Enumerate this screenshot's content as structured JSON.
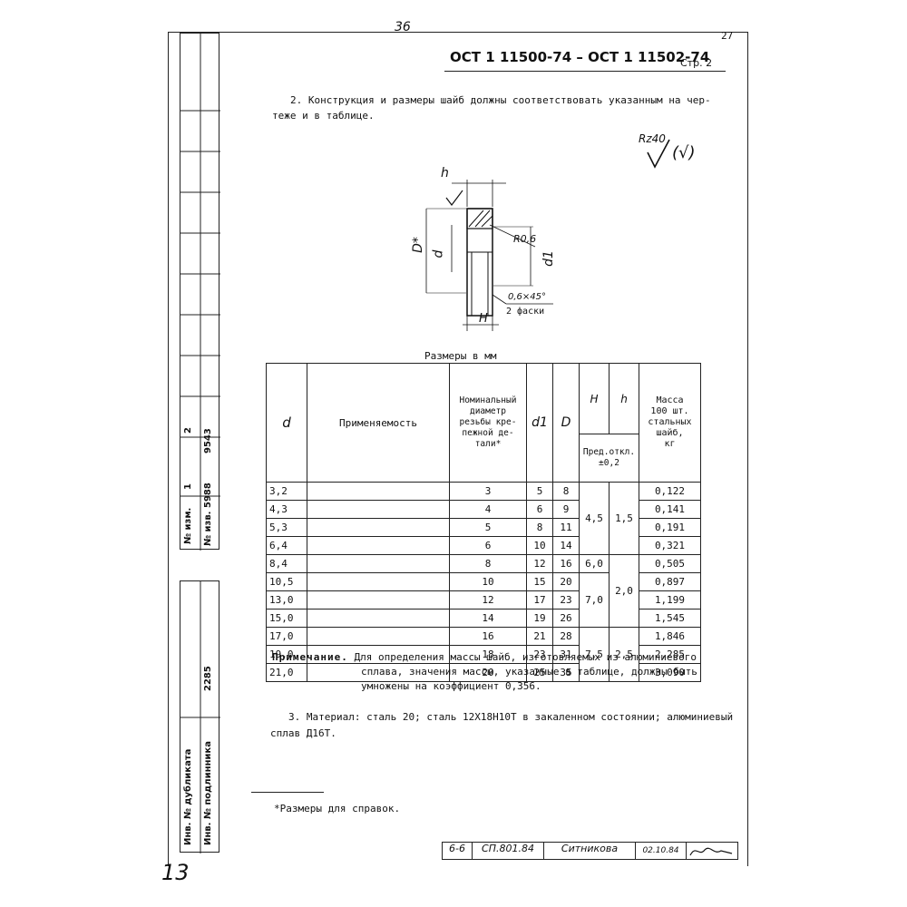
{
  "header": {
    "top_number": "36",
    "page_number": "27",
    "standard": "ОСТ 1 11500-74 – ОСТ 1 11502-74",
    "sheet": "Стр. 2"
  },
  "intro": {
    "line1": "2. Конструкция и размеры шайб должны соответствовать указанным на чер-",
    "line2": "теже и в таблице."
  },
  "drawing": {
    "roughness": "Rz40",
    "roughness_paren": "(√)",
    "label_h": "h",
    "label_D": "D*",
    "label_d": "d",
    "label_d1": "d1",
    "label_R": "R0,6",
    "label_chamfer": "0,6×45°",
    "label_chamfer2": "2 фаски",
    "label_H": "H"
  },
  "table": {
    "caption": "Размеры в мм",
    "headers": {
      "d": "d",
      "application": "Применяемость",
      "nominal_line1": "Номинальный",
      "nominal_line2": "диаметр",
      "nominal_line3": "резьбы кре-",
      "nominal_line4": "пежной де-",
      "nominal_line5": "тали*",
      "d1": "d1",
      "D": "D",
      "H": "H",
      "h": "h",
      "tolerance_line1": "Пред.откл.",
      "tolerance_line2": "±0,2",
      "mass_line1": "Масса",
      "mass_line2": "100 шт.",
      "mass_line3": "стальных",
      "mass_line4": "шайб,",
      "mass_line5": "кг"
    },
    "rows": [
      {
        "d": "3,2",
        "nom": "3",
        "d1": "5",
        "D": "8",
        "mass": "0,122"
      },
      {
        "d": "4,3",
        "nom": "4",
        "d1": "6",
        "D": "9",
        "mass": "0,141"
      },
      {
        "d": "5,3",
        "nom": "5",
        "d1": "8",
        "D": "11",
        "mass": "0,191"
      },
      {
        "d": "6,4",
        "nom": "6",
        "d1": "10",
        "D": "14",
        "mass": "0,321"
      },
      {
        "d": "8,4",
        "nom": "8",
        "d1": "12",
        "D": "16",
        "mass": "0,505"
      },
      {
        "d": "10,5",
        "nom": "10",
        "d1": "15",
        "D": "20",
        "mass": "0,897"
      },
      {
        "d": "13,0",
        "nom": "12",
        "d1": "17",
        "D": "23",
        "mass": "1,199"
      },
      {
        "d": "15,0",
        "nom": "14",
        "d1": "19",
        "D": "26",
        "mass": "1,545"
      },
      {
        "d": "17,0",
        "nom": "16",
        "d1": "21",
        "D": "28",
        "mass": "1,846"
      },
      {
        "d": "19,0",
        "nom": "18",
        "d1": "23",
        "D": "31",
        "mass": "2,285"
      },
      {
        "d": "21,0",
        "nom": "20",
        "d1": "25",
        "D": "35",
        "mass": "3,090"
      }
    ],
    "merged": {
      "H_45": "4,5",
      "H_60": "6,0",
      "H_70": "7,0",
      "H_75": "7,5",
      "h_15": "1,5",
      "h_20": "2,0",
      "h_25": "2,5"
    }
  },
  "note": {
    "label": "Примечание.",
    "line1": "Для определения массы шайб, изготовляемых из алюминиевого",
    "line2": "сплава, значения массы, указанные в таблице, должны быть",
    "line3": "умножены на коэффициент 0,356."
  },
  "material": {
    "line1": "3. Материал: сталь 20; сталь 12Х18Н10Т в закаленном состоянии; алюминиевый",
    "line2": "сплав Д16Т."
  },
  "footnote": "*Размеры для справок.",
  "stamp": {
    "f1": "6-6",
    "f2": "СП.801.84",
    "f3": "Ситникова",
    "f4": "02.10.84"
  },
  "sidebar": {
    "col_izm_label": "№ изм.",
    "col_izv_label": "№ изв.",
    "izm1": "1",
    "izv1": "5988",
    "izm2": "2",
    "izv2": "9543",
    "inv_number": "2285",
    "inv_dubl": "Инв. № дубликата",
    "inv_podl": "Инв. № подлинника",
    "corner_mark": "13"
  }
}
